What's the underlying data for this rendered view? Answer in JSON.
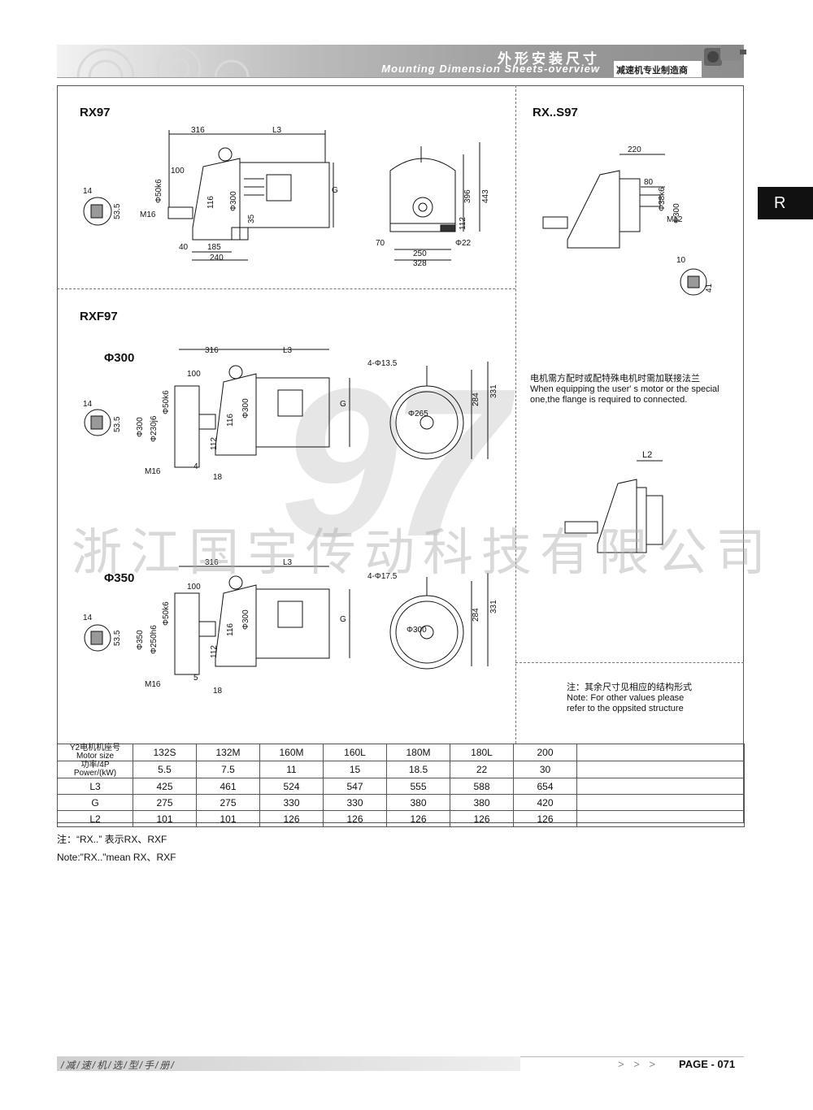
{
  "header": {
    "title_cn": "外形安装尺寸",
    "title_en": "Mounting Dimension Sheets-overview",
    "company": "减速机专业制造商"
  },
  "side_tab": "R",
  "watermark": {
    "big_number": "97",
    "company": "浙江国宇传动科技有限公司"
  },
  "rx97": {
    "title": "RX97",
    "dims": {
      "d316": "316",
      "l3": "L3",
      "d100": "100",
      "phi50k6": "Φ50k6",
      "d116": "116",
      "phi300": "Φ300",
      "g": "G",
      "d14": "14",
      "d53_5": "53.5",
      "m16": "M16",
      "d40": "40",
      "d185": "185",
      "d240": "240",
      "d35": "35",
      "d396": "396",
      "d443": "443",
      "d112": "112",
      "d70": "70",
      "d250": "250",
      "phi22": "Φ22",
      "d328": "328"
    }
  },
  "rxs97": {
    "title": "RX..S97",
    "dims": {
      "d220": "220",
      "d80": "80",
      "phi38k6": "Φ38k6",
      "phi300": "Φ300",
      "m12": "M12",
      "d10": "10",
      "d41": "41"
    }
  },
  "rxf97": {
    "title": "RXF97",
    "variant1": {
      "label": "Φ300",
      "dims": {
        "d316": "316",
        "l3": "L3",
        "d100": "100",
        "phi50k6": "Φ50k6",
        "phi300b": "Φ300",
        "g": "G",
        "d14": "14",
        "d53_5": "53.5",
        "phi300": "Φ300",
        "phi230j6": "Φ230j6",
        "d116": "116",
        "d112": "112",
        "m16": "M16",
        "d4": "4",
        "d18": "18",
        "hole": "4-Φ13.5",
        "d284": "284",
        "d331": "331",
        "phi265": "Φ265"
      }
    },
    "variant2": {
      "label": "Φ350",
      "dims": {
        "d316": "316",
        "l3": "L3",
        "d100": "100",
        "phi50k6": "Φ50k6",
        "phi300b": "Φ300",
        "g": "G",
        "d14": "14",
        "d53_5": "53.5",
        "phi350": "Φ350",
        "phi250h6": "Φ250h6",
        "d116": "116",
        "d112": "112",
        "m16": "M16",
        "d5": "5",
        "d18": "18",
        "hole": "4-Φ17.5",
        "d284": "284",
        "d331": "331",
        "phi300": "Φ300"
      }
    }
  },
  "flange_note": {
    "cn": "电机需方配时或配特殊电机时需加联接法兰",
    "en1": "When equipping the user' s motor or the special",
    "en2": "one,the flange is required to connected."
  },
  "l2_label": "L2",
  "other_note": {
    "cn": "注：其余尺寸见相应的结构形式",
    "en1": "Note: For other values please",
    "en2": "refer to the oppsited structure"
  },
  "table": {
    "header_label_cn": "Y2电机机座号",
    "header_label_en": "Motor size",
    "motor_sizes": [
      "132S",
      "132M",
      "160M",
      "160L",
      "180M",
      "180L",
      "200"
    ],
    "rows": [
      {
        "label_cn": "功率/4P",
        "label_en": "Power/(kW)",
        "values": [
          "5.5",
          "7.5",
          "11",
          "15",
          "18.5",
          "22",
          "30"
        ]
      },
      {
        "label": "L3",
        "values": [
          "425",
          "461",
          "524",
          "547",
          "555",
          "588",
          "654"
        ]
      },
      {
        "label": "G",
        "values": [
          "275",
          "275",
          "330",
          "330",
          "380",
          "380",
          "420"
        ]
      },
      {
        "label": "L2",
        "values": [
          "101",
          "101",
          "126",
          "126",
          "126",
          "126",
          "126"
        ]
      }
    ]
  },
  "bottom_note": {
    "cn": "注：“RX..” 表示RX、RXF",
    "en": "Note:\"RX..\"mean RX、RXF"
  },
  "footer": {
    "text": "/减/速/机/选/型/手/册/",
    "arrows": "> > >",
    "page": "PAGE - 071"
  }
}
